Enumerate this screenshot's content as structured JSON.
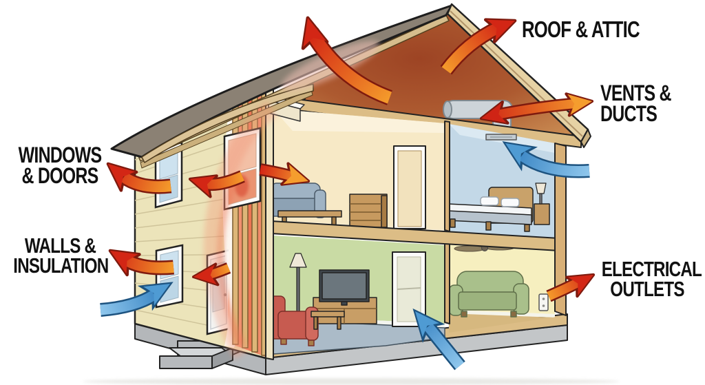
{
  "diagram": {
    "kind": "house-energy-loss-cutaway",
    "background": "#ffffff"
  },
  "labels": {
    "roof_attic_line1": "ROOF & ATTIC",
    "vents_ducts_line1": "VENTS &",
    "vents_ducts_line2": "DUCTS",
    "windows_doors_line1": "WINDOWS",
    "windows_doors_line2": "& DOORS",
    "walls_insulation_line1": "WALLS &",
    "walls_insulation_line2": "INSULATION",
    "electrical_outlets_line1": "ELECTRICAL",
    "electrical_outlets_line2": "OUTLETS"
  },
  "arrows": [
    {
      "name": "roof-leak-arrow",
      "type": "heat",
      "direction": "up-through-roof"
    },
    {
      "name": "attic-exit-arrow",
      "type": "heat",
      "direction": "up-right-to-roof-attic-label"
    },
    {
      "name": "vents-ducts-arrow",
      "type": "heat",
      "direction": "double-headed-at-duct"
    },
    {
      "name": "upper-window-arrow",
      "type": "heat",
      "direction": "left-out-of-upper-window"
    },
    {
      "name": "wall-window-out-arrow",
      "type": "heat",
      "direction": "left-through-wall-cutaway"
    },
    {
      "name": "wall-into-room-arrow",
      "type": "heat",
      "direction": "right-into-upstairs-room"
    },
    {
      "name": "door-arrow",
      "type": "heat",
      "direction": "left-out-of-front-door"
    },
    {
      "name": "lower-window-arrow",
      "type": "heat",
      "direction": "left-out-of-lower-window"
    },
    {
      "name": "outlet-arrow",
      "type": "heat",
      "direction": "up-right-from-electrical-outlet"
    },
    {
      "name": "window-infiltration-arrow",
      "type": "air",
      "direction": "into-lower-window"
    },
    {
      "name": "bedroom-infiltration-arrow",
      "type": "air",
      "direction": "into-bedroom-ceiling-vent"
    },
    {
      "name": "floor-infiltration-arrow",
      "type": "air",
      "direction": "up-into-ground-floor"
    }
  ],
  "colors": {
    "heat_arrow_red": "#d32615",
    "heat_arrow_orange": "#f49a2b",
    "heat_arrow_outline": "#7e1a0e",
    "air_arrow_blue_dark": "#2e7cbe",
    "air_arrow_blue_light": "#8ec6ec",
    "air_arrow_outline": "#1d5380",
    "label_text": "#111111",
    "siding_wall": "#ece4ba",
    "roof_gray": "#8b8174",
    "attic_inner_dark": "#9d4424",
    "attic_inner_light": "#cd9257",
    "floor_band_tan": "#dcbd86",
    "foundation_gray": "#c3c6c8",
    "room_upper_left_wall": "#f7e9c6",
    "bedroom_wall": "#c3d8e7",
    "living_room_wall": "#c9dba4",
    "lower_right_room_wall": "#f6efbf",
    "carpet_blue_gray": "#abbbc8",
    "insulation_glow": "#ec7352"
  }
}
